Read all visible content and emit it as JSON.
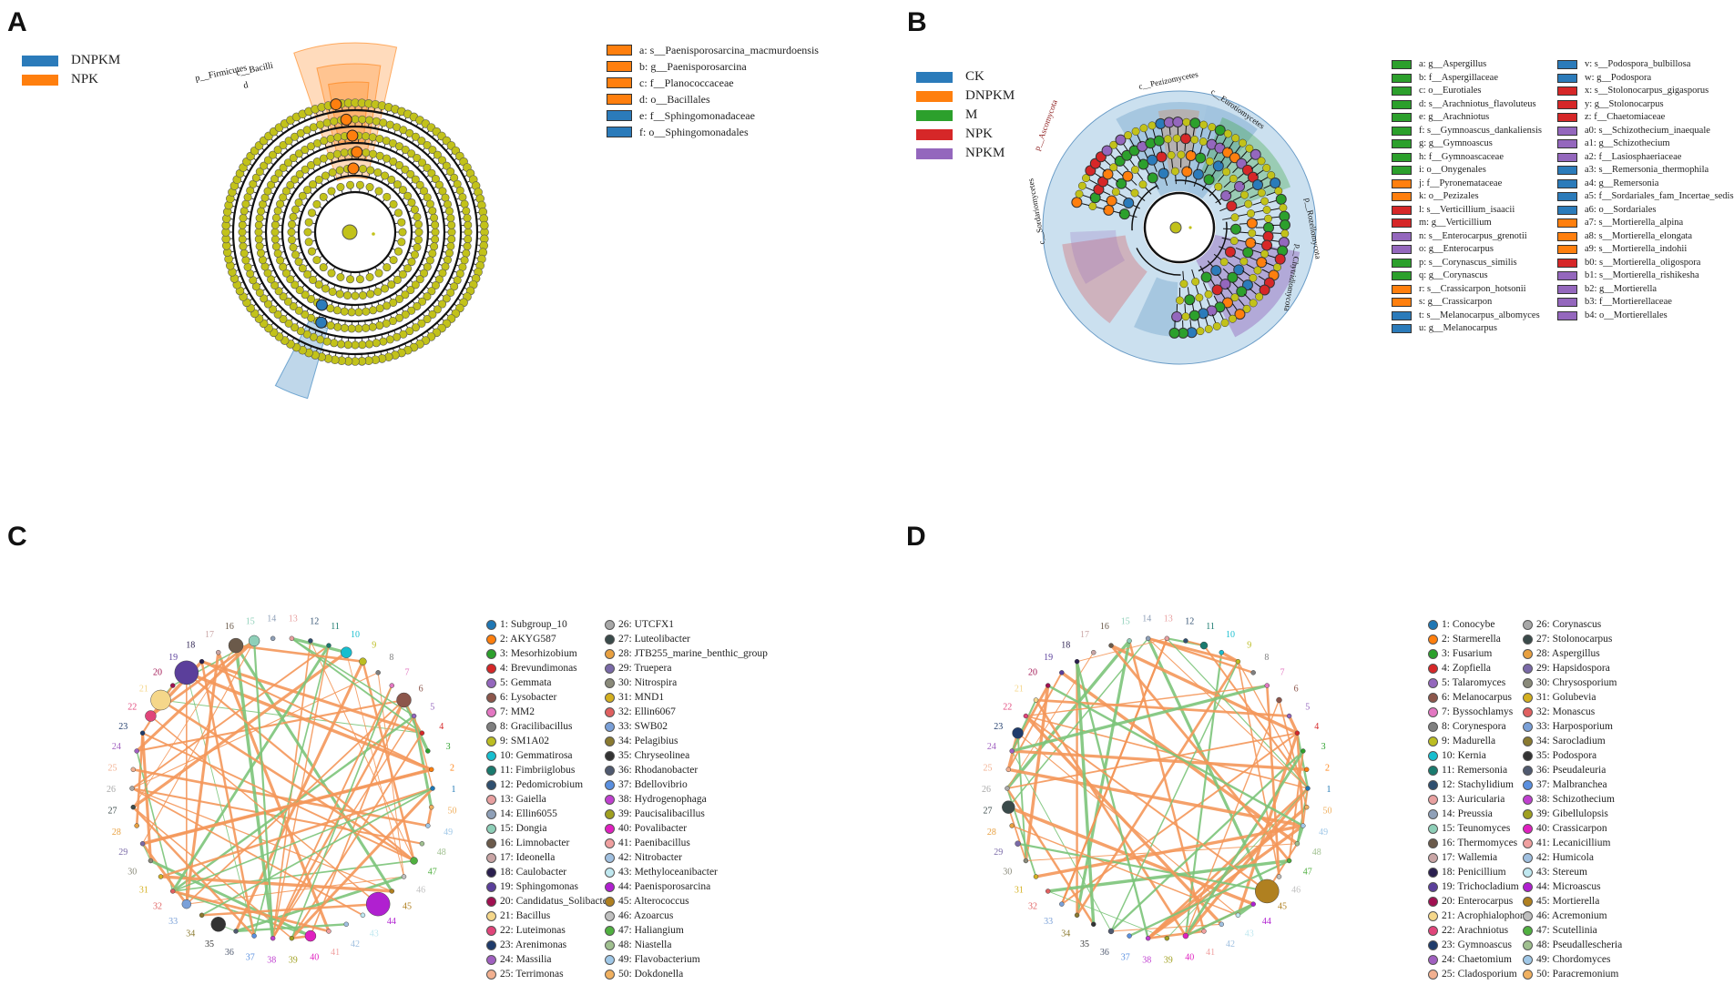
{
  "panels": {
    "a": {
      "letter": "A",
      "groups": [
        {
          "label": "DNPKM",
          "color": "#2b7bba"
        },
        {
          "label": "NPK",
          "color": "#ff7f0e"
        }
      ],
      "clade_labels": [
        "p__Firmicutes",
        "c__Bacilli",
        "d"
      ],
      "features": [
        {
          "text": "a: s__Paenisporosarcina_macmurdoensis",
          "color": "#ff7f0e"
        },
        {
          "text": "b: g__Paenisporosarcina",
          "color": "#ff7f0e"
        },
        {
          "text": "c: f__Planococcaceae",
          "color": "#ff7f0e"
        },
        {
          "text": "d: o__Bacillales",
          "color": "#ff7f0e"
        },
        {
          "text": "e: f__Sphingomonadaceae",
          "color": "#2b7bba"
        },
        {
          "text": "f: o__Sphingomonadales",
          "color": "#2b7bba"
        }
      ]
    },
    "b": {
      "letter": "B",
      "groups": [
        {
          "label": "CK",
          "color": "#2b7bba"
        },
        {
          "label": "DNPKM",
          "color": "#ff7f0e"
        },
        {
          "label": "M",
          "color": "#2ca02c"
        },
        {
          "label": "NPK",
          "color": "#d62728"
        },
        {
          "label": "NPKM",
          "color": "#9467bd"
        }
      ],
      "clade_labels": [
        "p__Ascomycota",
        "c__Pezizomycetes",
        "c__Eurotiomycetes",
        "p__Rozellomycota",
        "p__Chytridiomycota",
        "c__Sordariomycetes"
      ],
      "features_col1": [
        {
          "text": "a: g__Aspergillus",
          "color": "#2ca02c"
        },
        {
          "text": "b: f__Aspergillaceae",
          "color": "#2ca02c"
        },
        {
          "text": "c: o__Eurotiales",
          "color": "#2ca02c"
        },
        {
          "text": "d: s__Arachniotus_flavoluteus",
          "color": "#2ca02c"
        },
        {
          "text": "e: g__Arachniotus",
          "color": "#2ca02c"
        },
        {
          "text": "f: s__Gymnoascus_dankaliensis",
          "color": "#2ca02c"
        },
        {
          "text": "g: g__Gymnoascus",
          "color": "#2ca02c"
        },
        {
          "text": "h: f__Gymnoascaceae",
          "color": "#2ca02c"
        },
        {
          "text": "i: o__Onygenales",
          "color": "#2ca02c"
        },
        {
          "text": "j: f__Pyronemataceae",
          "color": "#ff7f0e"
        },
        {
          "text": "k: o__Pezizales",
          "color": "#ff7f0e"
        },
        {
          "text": "l: s__Verticillium_isaacii",
          "color": "#d62728"
        },
        {
          "text": "m: g__Verticillium",
          "color": "#d62728"
        },
        {
          "text": "n: s__Enterocarpus_grenotii",
          "color": "#9467bd"
        },
        {
          "text": "o: g__Enterocarpus",
          "color": "#9467bd"
        },
        {
          "text": "p: s__Corynascus_similis",
          "color": "#2ca02c"
        },
        {
          "text": "q: g__Corynascus",
          "color": "#2ca02c"
        },
        {
          "text": "r: s__Crassicarpon_hotsonii",
          "color": "#ff7f0e"
        },
        {
          "text": "s: g__Crassicarpon",
          "color": "#ff7f0e"
        },
        {
          "text": "t: s__Melanocarpus_albomyces",
          "color": "#2b7bba"
        },
        {
          "text": "u: g__Melanocarpus",
          "color": "#2b7bba"
        }
      ],
      "features_col2": [
        {
          "text": "v: s__Podospora_bulbillosa",
          "color": "#2b7bba"
        },
        {
          "text": "w: g__Podospora",
          "color": "#2b7bba"
        },
        {
          "text": "x: s__Stolonocarpus_gigasporus",
          "color": "#d62728"
        },
        {
          "text": "y: g__Stolonocarpus",
          "color": "#d62728"
        },
        {
          "text": "z: f__Chaetomiaceae",
          "color": "#d62728"
        },
        {
          "text": "a0: s__Schizothecium_inaequale",
          "color": "#9467bd"
        },
        {
          "text": "a1: g__Schizothecium",
          "color": "#9467bd"
        },
        {
          "text": "a2: f__Lasiosphaeriaceae",
          "color": "#9467bd"
        },
        {
          "text": "a3: s__Remersonia_thermophila",
          "color": "#2b7bba"
        },
        {
          "text": "a4: g__Remersonia",
          "color": "#2b7bba"
        },
        {
          "text": "a5: f__Sordariales_fam_Incertae_sedis",
          "color": "#2b7bba"
        },
        {
          "text": "a6: o__Sordariales",
          "color": "#2b7bba"
        },
        {
          "text": "a7: s__Mortierella_alpina",
          "color": "#ff7f0e"
        },
        {
          "text": "a8: s__Mortierella_elongata",
          "color": "#ff7f0e"
        },
        {
          "text": "a9: s__Mortierella_indohii",
          "color": "#ff7f0e"
        },
        {
          "text": "b0: s__Mortierella_oligospora",
          "color": "#d62728"
        },
        {
          "text": "b1: s__Mortierella_rishikesha",
          "color": "#9467bd"
        },
        {
          "text": "b2: g__Mortierella",
          "color": "#9467bd"
        },
        {
          "text": "b3: f__Mortierellaceae",
          "color": "#9467bd"
        },
        {
          "text": "b4: o__Mortierellales",
          "color": "#9467bd"
        }
      ]
    },
    "c": {
      "letter": "C",
      "nodes": [
        "Subgroup_10",
        "AKYG587",
        "Mesorhizobium",
        "Brevundimonas",
        "Gemmata",
        "Lysobacter",
        "MM2",
        "Gracilibacillus",
        "SM1A02",
        "Gemmatirosa",
        "Fimbriiglobus",
        "Pedomicrobium",
        "Gaiella",
        "Ellin6055",
        "Dongia",
        "Limnobacter",
        "Ideonella",
        "Caulobacter",
        "Sphingomonas",
        "Candidatus_Solibacter",
        "Bacillus",
        "Luteimonas",
        "Arenimonas",
        "Massilia",
        "Terrimonas",
        "UTCFX1",
        "Luteolibacter",
        "JTB255_marine_benthic_group",
        "Truepera",
        "Nitrospira",
        "MND1",
        "Ellin6067",
        "SWB02",
        "Pelagibius",
        "Chryseolinea",
        "Rhodanobacter",
        "Bdellovibrio",
        "Hydrogenophaga",
        "Paucisalibacillus",
        "Povalibacter",
        "Paenibacillus",
        "Nitrobacter",
        "Methyloceanibacter",
        "Paenisporosarcina",
        "Alterococcus",
        "Azoarcus",
        "Haliangium",
        "Niastella",
        "Flavobacterium",
        "Dokdonella"
      ]
    },
    "d": {
      "letter": "D",
      "nodes": [
        "Conocybe",
        "Starmerella",
        "Fusarium",
        "Zopfiella",
        "Talaromyces",
        "Melanocarpus",
        "Byssochlamys",
        "Corynespora",
        "Madurella",
        "Kernia",
        "Remersonia",
        "Stachylidium",
        "Auricularia",
        "Preussia",
        "Teunomyces",
        "Thermomyces",
        "Wallemia",
        "Penicillium",
        "Trichocladium",
        "Enterocarpus",
        "Acrophialophora",
        "Arachniotus",
        "Gymnoascus",
        "Chaetomium",
        "Cladosporium",
        "Corynascus",
        "Stolonocarpus",
        "Aspergillus",
        "Hapsidospora",
        "Chrysosporium",
        "Golubevia",
        "Monascus",
        "Harposporium",
        "Sarocladium",
        "Podospora",
        "Pseudaleuria",
        "Malbranchea",
        "Schizothecium",
        "Gibellulopsis",
        "Crassicarpon",
        "Lecanicillium",
        "Humicola",
        "Stereum",
        "Microascus",
        "Mortierella",
        "Acremonium",
        "Scutellinia",
        "Pseudallescheria",
        "Chordomyces",
        "Paracremonium"
      ]
    },
    "palette": [
      "#1f77b4",
      "#ff7f0e",
      "#2ca02c",
      "#d62728",
      "#9467bd",
      "#8c564b",
      "#e377c2",
      "#7f7f7f",
      "#bcbd22",
      "#17becf",
      "#1a7a6e",
      "#2f4f6f",
      "#e8a0a0",
      "#8fa0b8",
      "#8ecfb8",
      "#6b5a4a",
      "#c9a5a5",
      "#2a1f4f",
      "#5b3f9b",
      "#a01050",
      "#f5d78a",
      "#e0457a",
      "#1f3b6b",
      "#a060c0",
      "#f2b090",
      "#a8a8a8",
      "#3a4a4a",
      "#e8a040",
      "#7a6aa8",
      "#8a8a7a",
      "#d4b020",
      "#e06060",
      "#7aa0d8",
      "#8a7a30",
      "#333333",
      "#505a70",
      "#5a90e0",
      "#c040d0",
      "#a0a020",
      "#e020c0",
      "#f0a0a0",
      "#a0c0e0",
      "#c0e8f0",
      "#b020d0",
      "#b08020",
      "#c0c0c0",
      "#50b040",
      "#a0c090",
      "#a0c8e8",
      "#f0b060"
    ]
  }
}
